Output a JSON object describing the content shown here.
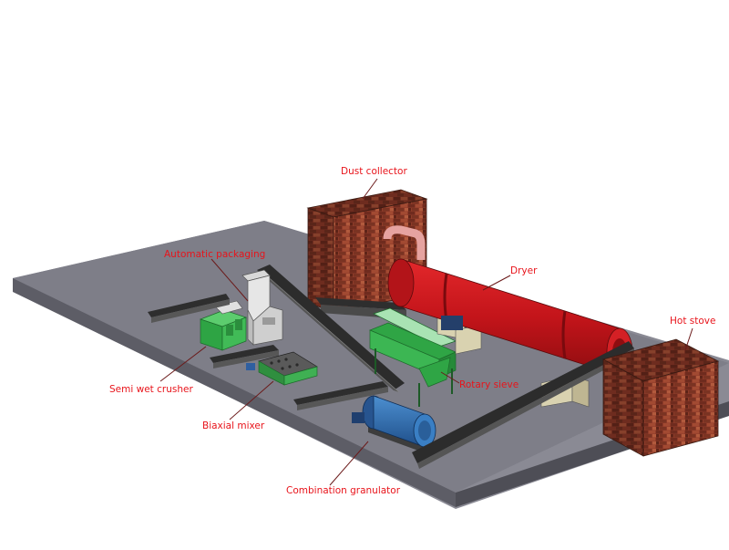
{
  "labels": {
    "dust_collector": "Dust collector",
    "automatic_packaging": "Automatic packaging",
    "dryer": "Dryer",
    "hot_stove": "Hot stove",
    "semi_wet_crusher": "Semi wet crusher",
    "rotary_sieve": "Rotary sieve",
    "biaxial_mixer": "Biaxial mixer",
    "combination_granulator": "Combination granulator"
  },
  "colors": {
    "label": "#e8141b",
    "leader": "#6b1a1a",
    "floor_top": "#7d7d87",
    "floor_edge": "#56565e",
    "brick": "#8a3a28",
    "dryer": "#c8161a",
    "machine_green": "#33b24a",
    "granulator_blue": "#2f6fb2",
    "conveyor": "#3a3a3a",
    "base": "#d9d2b0"
  }
}
